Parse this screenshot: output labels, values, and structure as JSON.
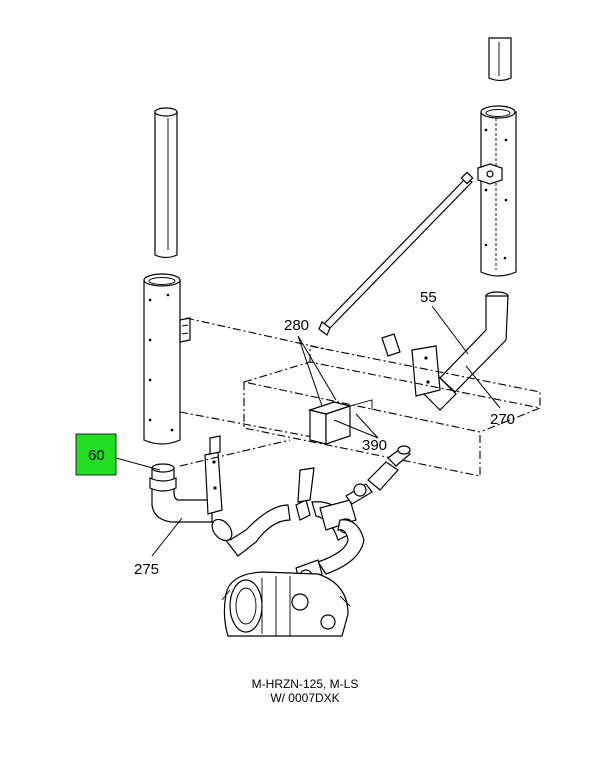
{
  "callouts": {
    "c60": "60",
    "c275": "275",
    "c280": "280",
    "c390": "390",
    "c55": "55",
    "c270": "270"
  },
  "highlight": {
    "color": "#22dd22",
    "label": "60"
  },
  "caption": {
    "line1": "M-HRZN-125, M-LS",
    "line2": "W/ 0007DXK"
  }
}
